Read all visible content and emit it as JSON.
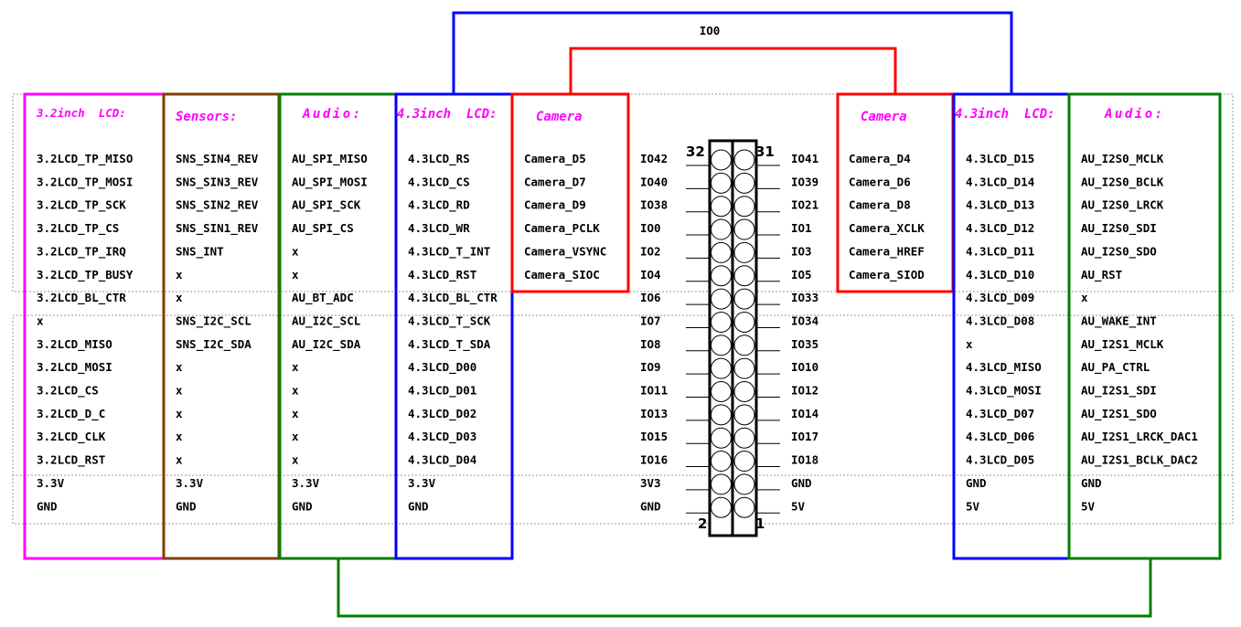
{
  "top_blue_label": "IO0",
  "colors": {
    "magenta": "#ff00ff",
    "brown": "#7f3f00",
    "green": "#007f00",
    "blue": "#0000ff",
    "red": "#ff0000",
    "black": "#000000",
    "dotted": "#9a9a9a"
  },
  "columns": [
    {
      "id": "lcd32",
      "header": "3.2inch  LCD:",
      "color": "#ff00ff",
      "signals": [
        "3.2LCD_TP_MISO",
        "3.2LCD_TP_MOSI",
        "3.2LCD_TP_SCK",
        "3.2LCD_TP_CS",
        "3.2LCD_TP_IRQ",
        "3.2LCD_TP_BUSY",
        "3.2LCD_BL_CTR",
        "x",
        "3.2LCD_MISO",
        "3.2LCD_MOSI",
        "3.2LCD_CS",
        "3.2LCD_D_C",
        "3.2LCD_CLK",
        "3.2LCD_RST",
        "3.3V",
        "GND"
      ]
    },
    {
      "id": "sensors",
      "header": "Sensors:",
      "color": "#7f3f00",
      "signals": [
        "SNS_SIN4_REV",
        "SNS_SIN3_REV",
        "SNS_SIN2_REV",
        "SNS_SIN1_REV",
        "SNS_INT",
        "x",
        "x",
        "SNS_I2C_SCL",
        "SNS_I2C_SDA",
        "x",
        "x",
        "x",
        "x",
        "x",
        "3.3V",
        "GND"
      ]
    },
    {
      "id": "audio_l",
      "header": "Audio:",
      "color": "#007f00",
      "signals": [
        "AU_SPI_MISO",
        "AU_SPI_MOSI",
        "AU_SPI_SCK",
        "AU_SPI_CS",
        "x",
        "x",
        "AU_BT_ADC",
        "AU_I2C_SCL",
        "AU_I2C_SDA",
        "x",
        "x",
        "x",
        "x",
        "x",
        "3.3V",
        "GND"
      ]
    },
    {
      "id": "lcd43_l",
      "header": "4.3inch  LCD:",
      "color": "#0000ff",
      "signals": [
        "4.3LCD_RS",
        "4.3LCD_CS",
        "4.3LCD_RD",
        "4.3LCD_WR",
        "4.3LCD_T_INT",
        "4.3LCD_RST",
        "4.3LCD_BL_CTR",
        "4.3LCD_T_SCK",
        "4.3LCD_T_SDA",
        "4.3LCD_D00",
        "4.3LCD_D01",
        "4.3LCD_D02",
        "4.3LCD_D03",
        "4.3LCD_D04",
        "3.3V",
        "GND"
      ]
    },
    {
      "id": "camera_l",
      "header": "Camera",
      "color": "#ff0000",
      "signals": [
        "Camera_D5",
        "Camera_D7",
        "Camera_D9",
        "Camera_PCLK",
        "Camera_VSYNC",
        "Camera_SIOC"
      ]
    },
    {
      "id": "camera_r",
      "header": "Camera",
      "color": "#ff0000",
      "signals": [
        "Camera_D4",
        "Camera_D6",
        "Camera_D8",
        "Camera_XCLK",
        "Camera_HREF",
        "Camera_SIOD"
      ]
    },
    {
      "id": "lcd43_r",
      "header": "4.3inch  LCD:",
      "color": "#0000ff",
      "signals": [
        "4.3LCD_D15",
        "4.3LCD_D14",
        "4.3LCD_D13",
        "4.3LCD_D12",
        "4.3LCD_D11",
        "4.3LCD_D10",
        "4.3LCD_D09",
        "4.3LCD_D08",
        "x",
        "4.3LCD_MISO",
        "4.3LCD_MOSI",
        "4.3LCD_D07",
        "4.3LCD_D06",
        "4.3LCD_D05",
        "GND",
        "5V"
      ]
    },
    {
      "id": "audio_r",
      "header": "Audio:",
      "color": "#007f00",
      "signals": [
        "AU_I2S0_MCLK",
        "AU_I2S0_BCLK",
        "AU_I2S0_LRCK",
        "AU_I2S0_SDI",
        "AU_I2S0_SDO",
        "AU_RST",
        "x",
        "AU_WAKE_INT",
        "AU_I2S1_MCLK",
        "AU_PA_CTRL",
        "AU_I2S1_SDI",
        "AU_I2S1_SDO",
        "AU_I2S1_LRCK_DAC1",
        "AU_I2S1_BCLK_DAC2",
        "GND",
        "5V"
      ]
    }
  ],
  "connector": {
    "left_pins": [
      "IO42",
      "IO40",
      "IO38",
      "IO0",
      "IO2",
      "IO4",
      "IO6",
      "IO7",
      "IO8",
      "IO9",
      "IO11",
      "IO13",
      "IO15",
      "IO16",
      "3V3",
      "GND"
    ],
    "right_pins": [
      "IO41",
      "IO39",
      "IO21",
      "IO1",
      "IO3",
      "IO5",
      "IO33",
      "IO34",
      "IO35",
      "IO10",
      "IO12",
      "IO14",
      "IO17",
      "IO18",
      "GND",
      "5V"
    ],
    "pin_32": "32",
    "pin_31": "31",
    "pin_2": "2",
    "pin_1": "1"
  }
}
